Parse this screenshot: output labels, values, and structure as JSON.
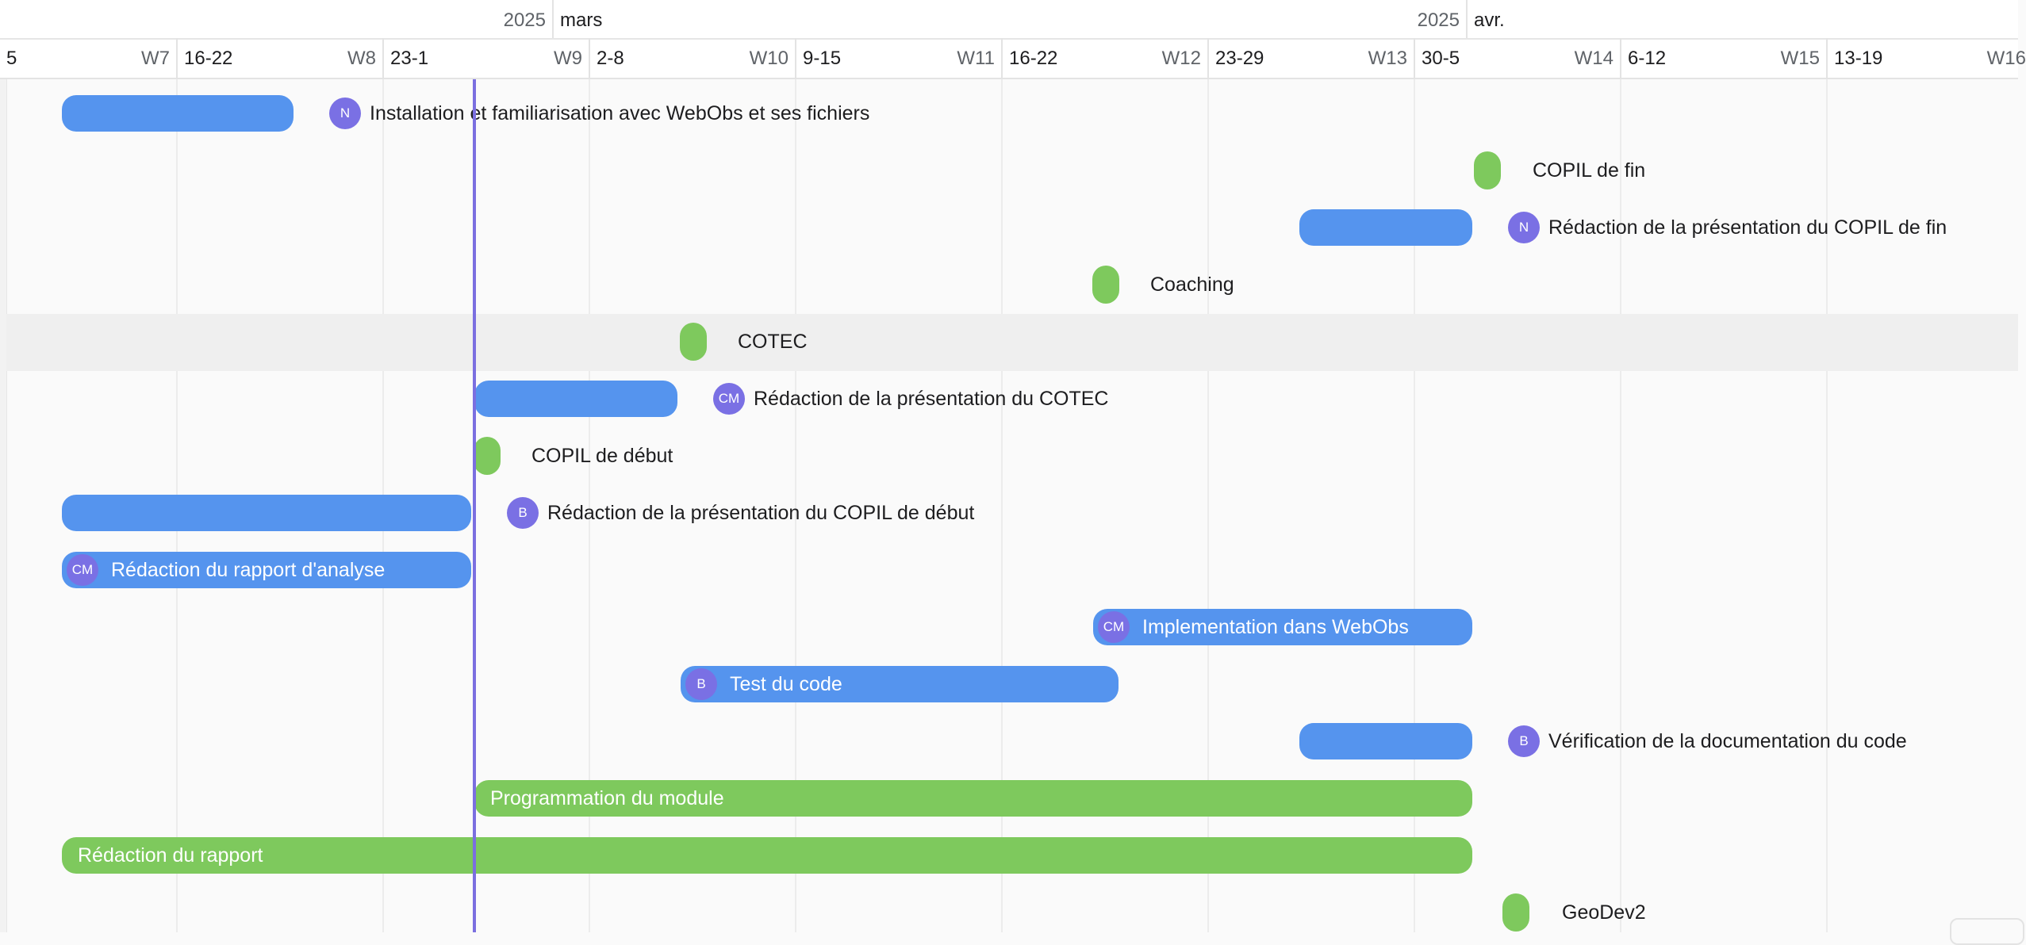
{
  "timeline": {
    "months": [
      {
        "year": "2025",
        "name": "mars"
      },
      {
        "year": "2025",
        "name": "avr."
      }
    ],
    "weeks": [
      {
        "range": "5",
        "num": "W7"
      },
      {
        "range": "16-22",
        "num": "W8"
      },
      {
        "range": "23-1",
        "num": "W9"
      },
      {
        "range": "2-8",
        "num": "W10"
      },
      {
        "range": "9-15",
        "num": "W11"
      },
      {
        "range": "16-22",
        "num": "W12"
      },
      {
        "range": "23-29",
        "num": "W13"
      },
      {
        "range": "30-5",
        "num": "W14"
      },
      {
        "range": "6-12",
        "num": "W15"
      },
      {
        "range": "13-19",
        "num": "W16"
      }
    ]
  },
  "tasks": [
    {
      "type": "bar",
      "color": "blue",
      "label": "Installation et familiarisation avec WebObs et ses fichiers",
      "assignee": "N"
    },
    {
      "type": "milestone",
      "color": "green",
      "label": "COPIL de fin"
    },
    {
      "type": "bar",
      "color": "blue",
      "label": "Rédaction de la présentation du COPIL de fin",
      "assignee": "N"
    },
    {
      "type": "milestone",
      "color": "green",
      "label": "Coaching"
    },
    {
      "type": "milestone",
      "color": "green",
      "label": "COTEC"
    },
    {
      "type": "bar",
      "color": "blue",
      "label": "Rédaction de la présentation du COTEC",
      "assignee": "CM"
    },
    {
      "type": "milestone",
      "color": "green",
      "label": "COPIL de début"
    },
    {
      "type": "bar",
      "color": "blue",
      "label": "Rédaction de la présentation du COPIL de début",
      "assignee": "B"
    },
    {
      "type": "bar",
      "color": "blue",
      "label": "Rédaction du rapport d'analyse",
      "assignee": "CM"
    },
    {
      "type": "bar",
      "color": "blue",
      "label": "Implementation dans WebObs",
      "assignee": "CM"
    },
    {
      "type": "bar",
      "color": "blue",
      "label": "Test du code",
      "assignee": "B"
    },
    {
      "type": "bar",
      "color": "blue",
      "label": "Vérification de la documentation du code",
      "assignee": "B"
    },
    {
      "type": "bar",
      "color": "green",
      "label": "Programmation du module"
    },
    {
      "type": "bar",
      "color": "green",
      "label": "Rédaction du rapport"
    },
    {
      "type": "milestone",
      "color": "green",
      "label": "GeoDev2"
    }
  ],
  "colors": {
    "task_blue": "#5594ee",
    "task_green": "#7ec95d",
    "avatar": "#7a70e4",
    "today_line": "#7b6fe0"
  }
}
